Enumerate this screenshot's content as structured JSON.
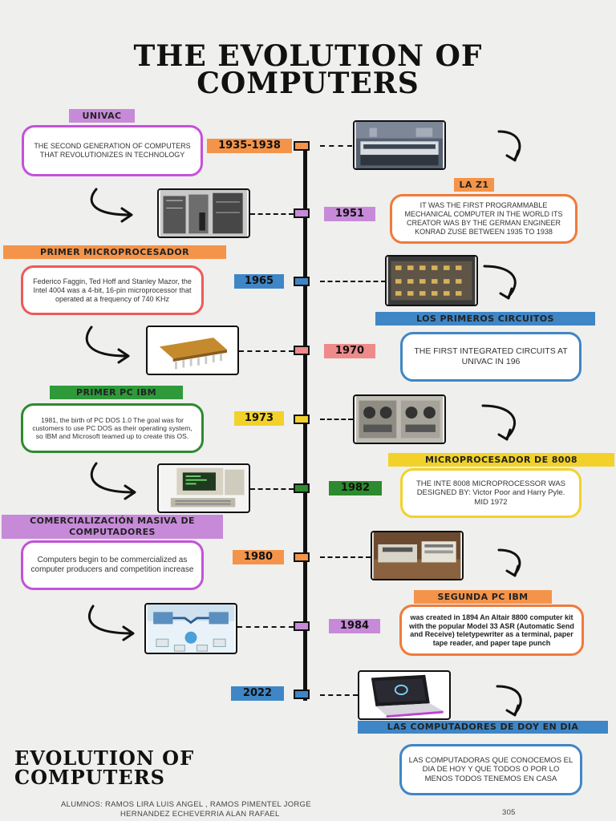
{
  "title_line1": "THE EVOLUTION OF",
  "title_line2": "COMPUTERS",
  "events": [
    {
      "year": "1935-1938",
      "year_color": "#f4944a",
      "tag": "UNIVAC",
      "tag_color": "#c78ad9",
      "text": "THE SECOND GENERATION OF COMPUTERS THAT REVOLUTIONIZES IN TECHNOLOGY",
      "border_color": "#c452d9",
      "image": "univac-console-photo"
    },
    {
      "year": "1951",
      "year_color": "#c78ad9",
      "tag": "LA Z1",
      "tag_color": "#f4944a",
      "text": "IT WAS THE FIRST PROGRAMMABLE MECHANICAL COMPUTER IN THE WORLD ITS CREATOR WAS BY THE GERMAN ENGINEER KONRAD ZUSE BETWEEN 1935 TO 1938",
      "border_color": "#f07a3a",
      "image": "z1-mainframe-room-photo"
    },
    {
      "year": "1965",
      "year_color": "#3f86c6",
      "tag": "PRIMER MICROPROCESADOR",
      "tag_color": "#f4944a",
      "text": "Federico Faggin, Ted Hoff and Stanley Mazor, the Intel 4004 was a 4-bit, 16-pin microprocessor that operated at a frequency of 740 KHz",
      "border_color": "#ec5a5a",
      "image": "early-circuit-board-photo"
    },
    {
      "year": "1970",
      "year_color": "#ef8a8a",
      "tag": "LOS PRIMEROS CIRCUITOS",
      "tag_color": "#3f86c6",
      "text": "THE FIRST INTEGRATED CIRCUITS AT UNIVAC IN 196",
      "border_color": "#3f86c6",
      "image": "microprocessor-chip-photo"
    },
    {
      "year": "1973",
      "year_color": "#f2d22a",
      "tag": "PRIMER PC IBM",
      "tag_color": "#2e9a3a",
      "text": "1981, the birth of PC DOS 1.0 The goal was for customers to use PC DOS as their operating system, so IBM and Microsoft teamed up to create this OS.",
      "border_color": "#2e8a2e",
      "image": "tape-machine-photo"
    },
    {
      "year": "1982",
      "year_color": "#2e8a2e",
      "tag": "MICROPROCESADOR DE 8008",
      "tag_color": "#f2d22a",
      "text": "THE INTE 8008 MICROPROCESSOR WAS DESIGNED BY: Victor Poor and Harry Pyle. MID 1972",
      "border_color": "#f2d22a",
      "image": "ibm-pc-photo"
    },
    {
      "year": "1980",
      "year_color": "#f4944a",
      "tag": "COMERCIALIZACIÓN MASIVA DE COMPUTADORES",
      "tag_color": "#c78ad9",
      "text": "Computers begin to be commercialized as computer producers and competition increase",
      "border_color": "#c452d9",
      "image": "terminal-printer-photo"
    },
    {
      "year": "1984",
      "year_color": "#c78ad9",
      "tag": "SEGUNDA PC IBM",
      "tag_color": "#f4944a",
      "text": "was created in 1894 An Altair 8800 computer kit with the popular Model 33 ASR (Automatic Send and Receive) teletypewriter as a terminal, paper tape reader, and paper tape punch",
      "border_color": "#f07a3a",
      "image": "handshake-network-photo"
    },
    {
      "year": "2022",
      "year_color": "#3f86c6",
      "tag": "LAS COMPUTADORES DE DOY EN DIA",
      "tag_color": "#3f86c6",
      "text": "LAS COMPUTADORAS QUE CONOCEMOS EL DIA DE HOY Y QUE TODOS O POR LO MENOS TODOS TENEMOS EN CASA",
      "border_color": "#3f86c6",
      "image": "modern-laptop-photo"
    }
  ],
  "bottom_title_line1": "EVOLUTION OF",
  "bottom_title_line2": "COMPUTERS",
  "footer_line1": "ALUMNOS: RAMOS LIRA LUIS ANGEL , RAMOS PIMENTEL JORGE",
  "footer_line2": "HERNANDEZ ECHEVERRIA ALAN RAFAEL",
  "page_number": "305"
}
